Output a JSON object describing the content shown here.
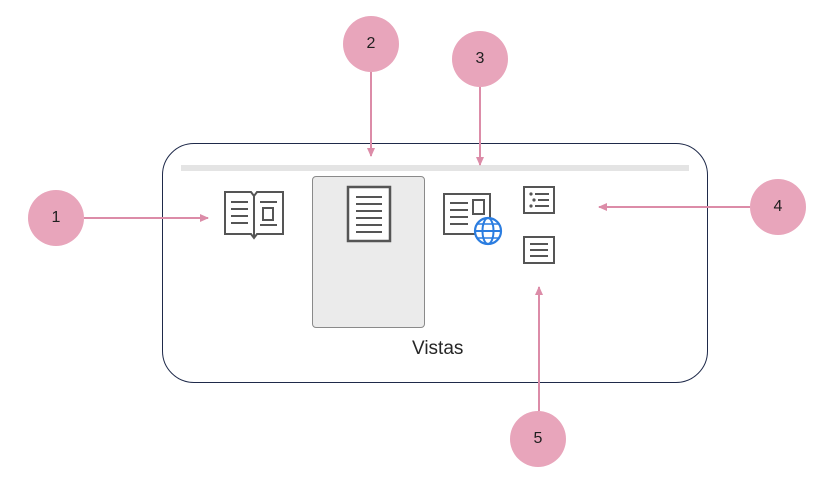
{
  "group": {
    "label": "Vistas"
  },
  "callouts": [
    "1",
    "2",
    "3",
    "4",
    "5"
  ],
  "icons": {
    "read_mode": "open-book-icon",
    "print_layout": "document-page-icon",
    "web_layout": "web-document-icon",
    "outline": "list-view-icon",
    "draft": "draft-page-icon"
  },
  "colors": {
    "callout_fill": "#e8a5bb",
    "arrow": "#dc8ca8",
    "panel_border": "#1f2a4a",
    "globe": "#2b7de0"
  }
}
